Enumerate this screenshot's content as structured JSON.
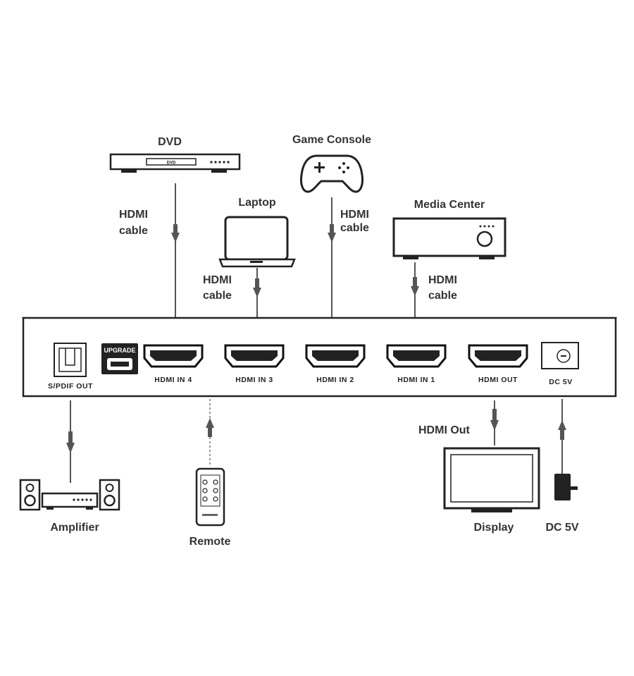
{
  "devices": {
    "dvd": {
      "label": "DVD",
      "badge": "DVD"
    },
    "game_console": {
      "label": "Game Console"
    },
    "laptop": {
      "label": "Laptop"
    },
    "media_center": {
      "label": "Media Center"
    },
    "amplifier": {
      "label": "Amplifier"
    },
    "remote": {
      "label": "Remote"
    },
    "display": {
      "label": "Display"
    },
    "power": {
      "label": "DC 5V"
    }
  },
  "cables": {
    "dvd": {
      "line1": "HDMI",
      "line2": "cable"
    },
    "laptop": {
      "line1": "HDMI",
      "line2": "cable"
    },
    "game_console": {
      "line1": "HDMI",
      "line2": "cable"
    },
    "media_center": {
      "line1": "HDMI",
      "line2": "cable"
    },
    "hdmi_out": "HDMI Out"
  },
  "ports": {
    "spdif": "S/PDIF OUT",
    "upgrade": "UPGRADE",
    "hdmi_in_4": "HDMI IN 4",
    "hdmi_in_3": "HDMI IN 3",
    "hdmi_in_2": "HDMI IN 2",
    "hdmi_in_1": "HDMI IN 1",
    "hdmi_out": "HDMI OUT",
    "dc": "DC 5V"
  },
  "colors": {
    "line": "#333333",
    "arrow": "#8a8a8a",
    "panel_fill": "#ffffff"
  }
}
